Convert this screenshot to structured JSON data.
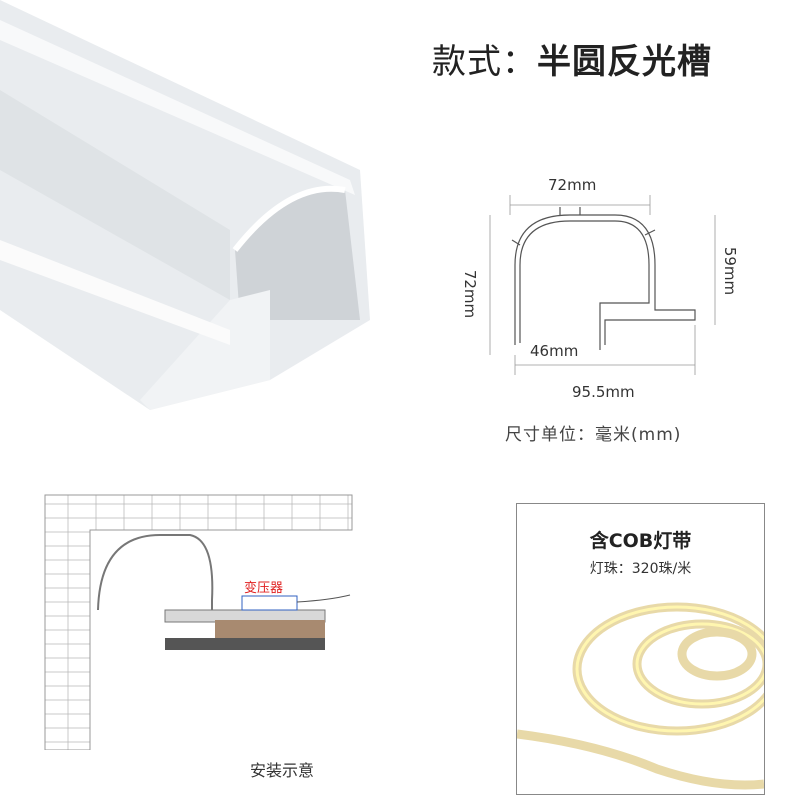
{
  "title": {
    "prefix": "款式：",
    "name": "半圆反光槽"
  },
  "dimensions": {
    "top_width": "72mm",
    "left_height": "72mm",
    "right_height": "59mm",
    "step_width": "46mm",
    "total_width": "95.5mm",
    "unit_note": "尺寸单位：毫米(mm)"
  },
  "install": {
    "transformer_label": "变压器",
    "caption": "安装示意"
  },
  "cob": {
    "title": "含COB灯带",
    "spec": "灯珠：320珠/米"
  }
}
